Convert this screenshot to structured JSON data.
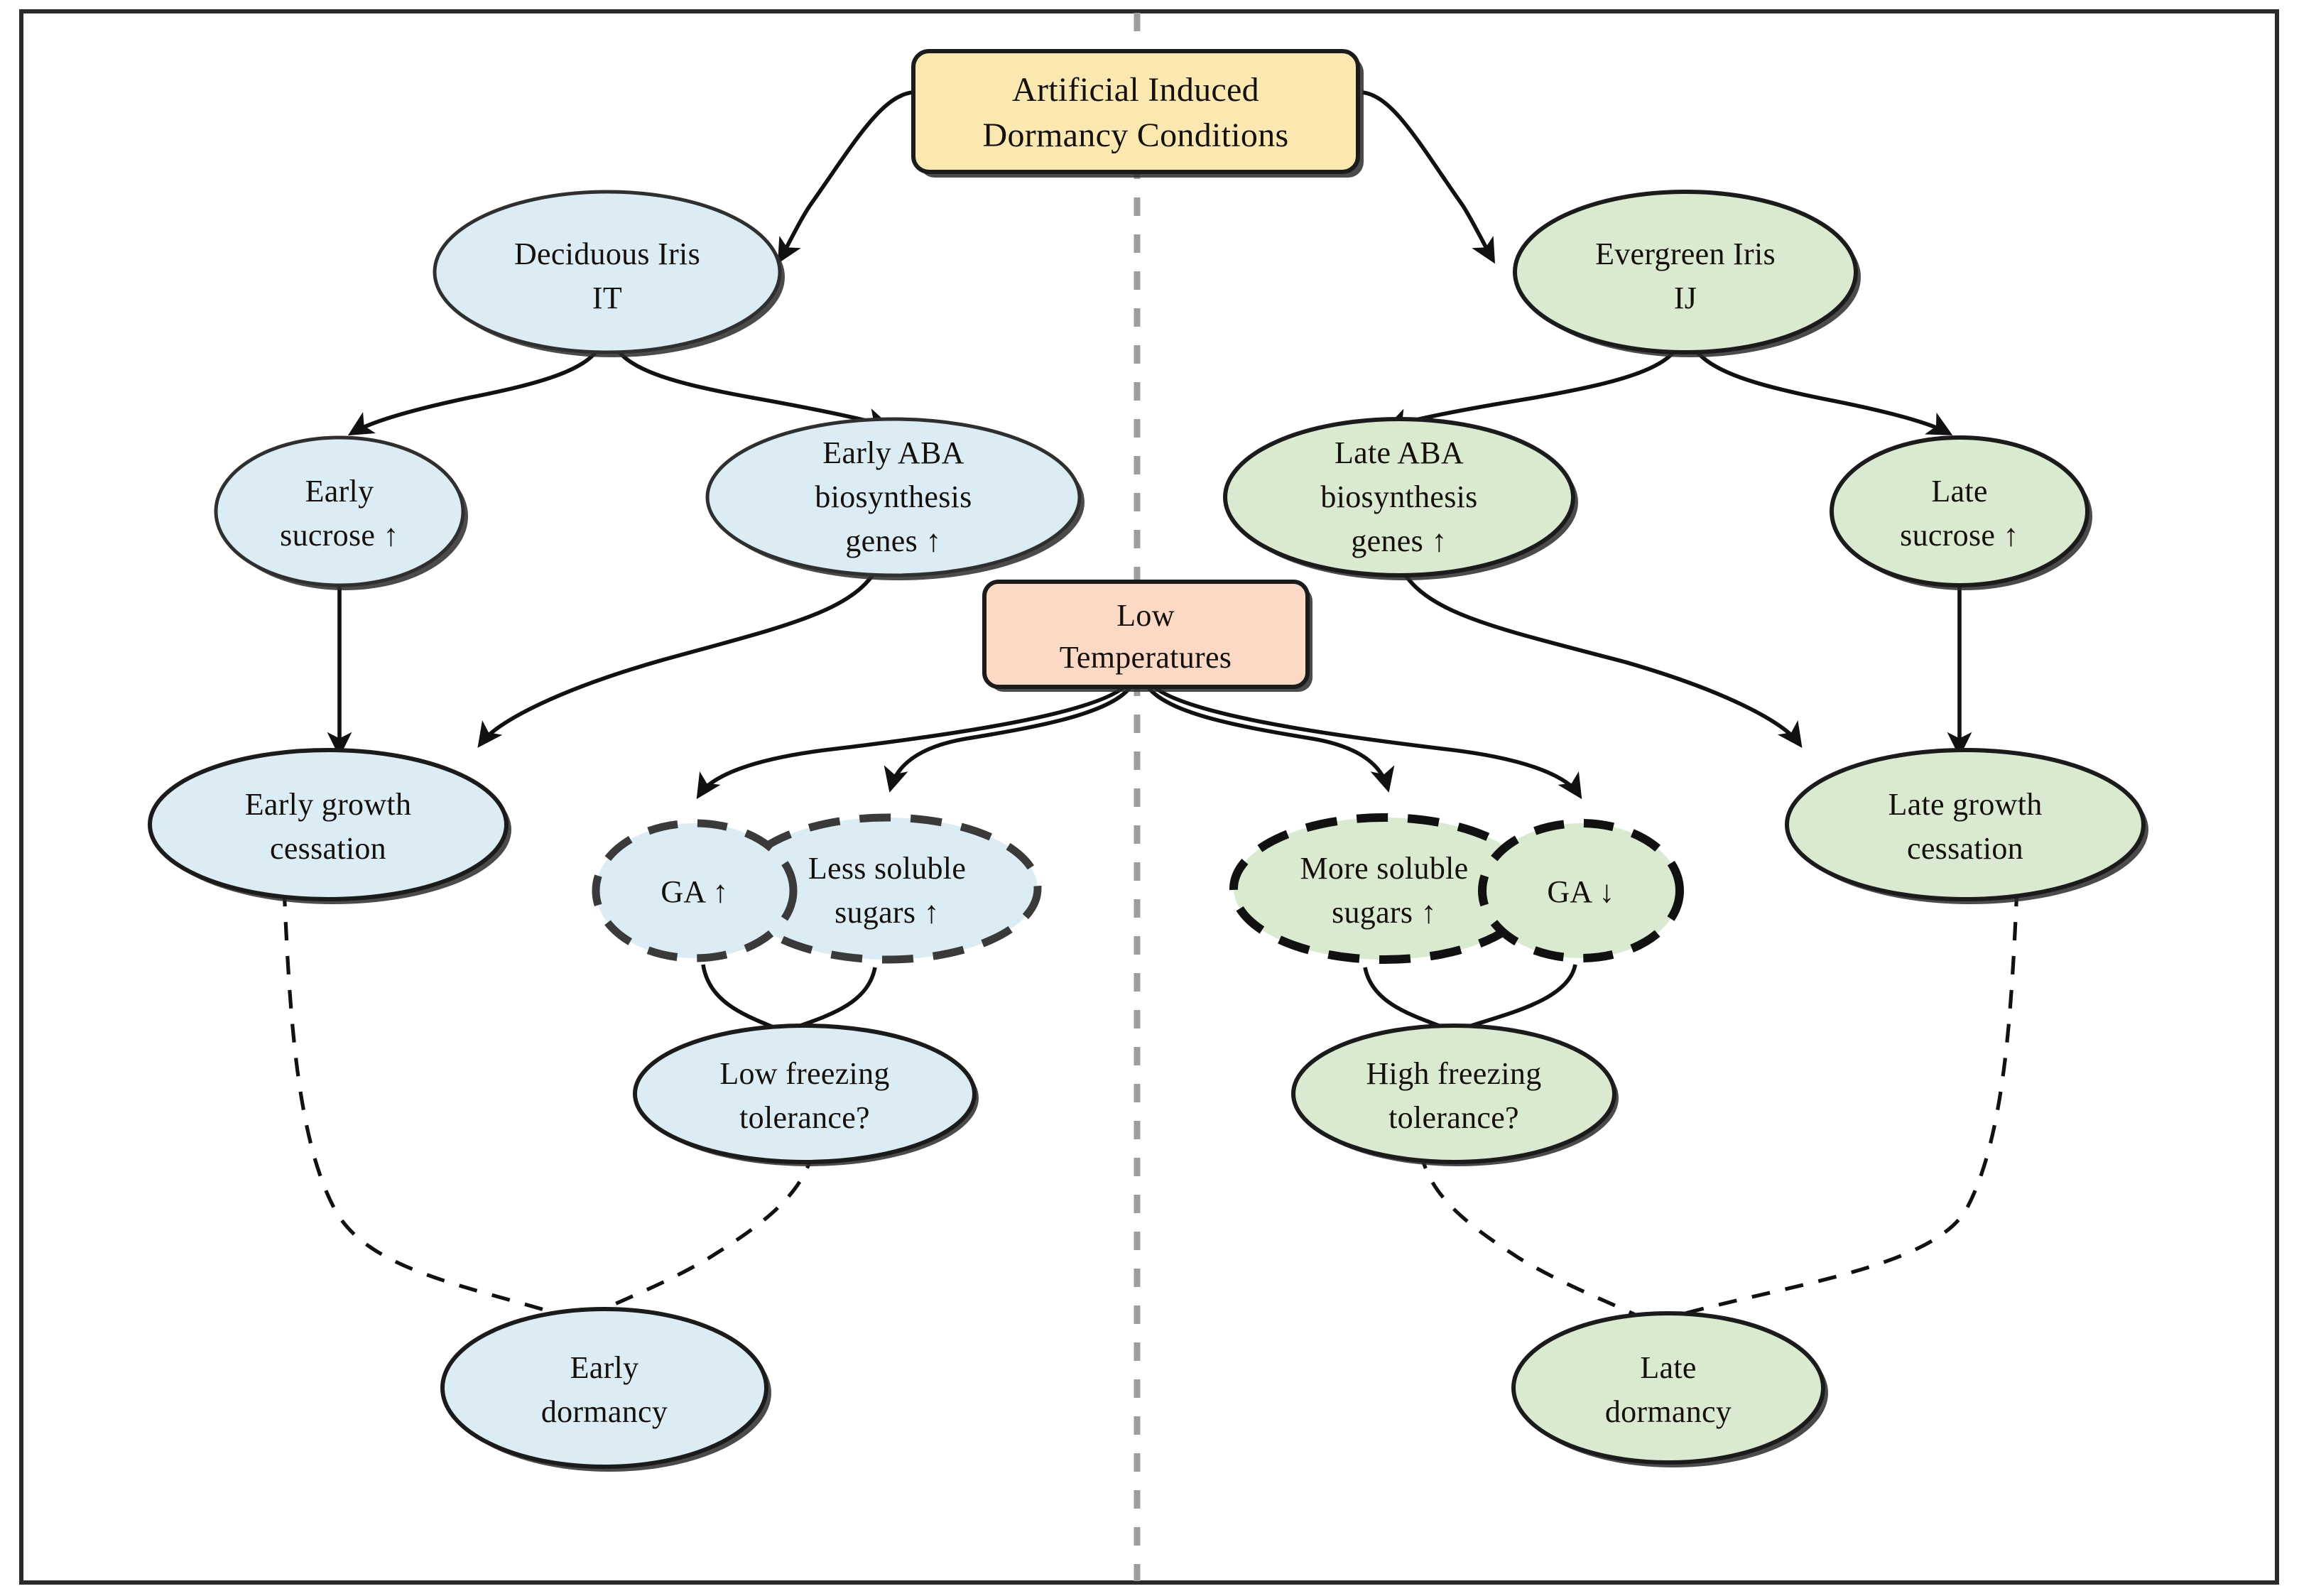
{
  "diagram": {
    "title_node": "Artificial Induced Dormancy Conditions",
    "divider": "vertical-dashed-divider",
    "colors": {
      "blue_fill": "#dcecf5",
      "green_fill": "#d9ead1",
      "yellow_fill": "#fbe8b0",
      "peach_fill": "#fbd9c4",
      "stroke": "#1b1b1b",
      "divider": "#9a9a9a",
      "text": "#15100c",
      "background": "#ffffff"
    },
    "nodes": {
      "artificial_conditions": {
        "line1": "Artificial Induced",
        "line2": "Dormancy Conditions"
      },
      "low_temperatures": {
        "line1": "Low",
        "line2": "Temperatures"
      },
      "deciduous_iris": {
        "line1": "Deciduous Iris",
        "line2": "IT"
      },
      "early_sucrose": {
        "line1": "Early",
        "line2": "sucrose ↑"
      },
      "early_aba": {
        "line1": "Early ABA",
        "line2": "biosynthesis",
        "line3": "genes ↑"
      },
      "early_growth_cessation": {
        "line1": "Early growth",
        "line2": "cessation"
      },
      "ga_up": {
        "line1": "GA ↑"
      },
      "less_soluble_sugars": {
        "line1": "Less soluble",
        "line2": "sugars ↑"
      },
      "low_freezing": {
        "line1": "Low freezing",
        "line2": "tolerance?"
      },
      "early_dormancy": {
        "line1": "Early",
        "line2": "dormancy"
      },
      "evergreen_iris": {
        "line1": "Evergreen Iris",
        "line2": "IJ"
      },
      "late_sucrose": {
        "line1": "Late",
        "line2": "sucrose ↑"
      },
      "late_aba": {
        "line1": "Late ABA",
        "line2": "biosynthesis",
        "line3": "genes ↑"
      },
      "late_growth_cessation": {
        "line1": "Late growth",
        "line2": "cessation"
      },
      "ga_down": {
        "line1": "GA ↓"
      },
      "more_soluble_sugars": {
        "line1": "More soluble",
        "line2": "sugars ↑"
      },
      "high_freezing": {
        "line1": "High freezing",
        "line2": "tolerance?"
      },
      "late_dormancy": {
        "line1": "Late",
        "line2": "dormancy"
      }
    },
    "edges": [
      {
        "from": "artificial_conditions",
        "to": "deciduous_iris",
        "style": "solid",
        "arrow": true
      },
      {
        "from": "artificial_conditions",
        "to": "evergreen_iris",
        "style": "solid",
        "arrow": true
      },
      {
        "from": "deciduous_iris",
        "to": "early_sucrose",
        "style": "solid",
        "arrow": true
      },
      {
        "from": "deciduous_iris",
        "to": "early_aba",
        "style": "solid",
        "arrow": true
      },
      {
        "from": "early_sucrose",
        "to": "early_growth_cessation",
        "style": "solid",
        "arrow": true
      },
      {
        "from": "early_aba",
        "to": "early_growth_cessation",
        "style": "solid",
        "arrow": true
      },
      {
        "from": "evergreen_iris",
        "to": "late_aba",
        "style": "solid",
        "arrow": true
      },
      {
        "from": "evergreen_iris",
        "to": "late_sucrose",
        "style": "solid",
        "arrow": true
      },
      {
        "from": "late_sucrose",
        "to": "late_growth_cessation",
        "style": "solid",
        "arrow": true
      },
      {
        "from": "late_aba",
        "to": "late_growth_cessation",
        "style": "solid",
        "arrow": true
      },
      {
        "from": "low_temperatures",
        "to": "ga_up",
        "style": "solid",
        "arrow": true
      },
      {
        "from": "low_temperatures",
        "to": "less_soluble_sugars",
        "style": "solid",
        "arrow": true
      },
      {
        "from": "low_temperatures",
        "to": "more_soluble_sugars",
        "style": "solid",
        "arrow": true
      },
      {
        "from": "low_temperatures",
        "to": "ga_down",
        "style": "solid",
        "arrow": true
      },
      {
        "from": "ga_up",
        "to": "low_freezing",
        "style": "solid",
        "arrow": false
      },
      {
        "from": "less_soluble_sugars",
        "to": "low_freezing",
        "style": "solid",
        "arrow": false
      },
      {
        "from": "more_soluble_sugars",
        "to": "high_freezing",
        "style": "solid",
        "arrow": false
      },
      {
        "from": "ga_down",
        "to": "high_freezing",
        "style": "solid",
        "arrow": false
      },
      {
        "from": "early_growth_cessation",
        "to": "early_dormancy",
        "style": "dashed",
        "arrow": false
      },
      {
        "from": "low_freezing",
        "to": "early_dormancy",
        "style": "dashed",
        "arrow": false
      },
      {
        "from": "high_freezing",
        "to": "late_dormancy",
        "style": "dashed",
        "arrow": false
      },
      {
        "from": "late_growth_cessation",
        "to": "late_dormancy",
        "style": "dashed",
        "arrow": false
      }
    ]
  }
}
